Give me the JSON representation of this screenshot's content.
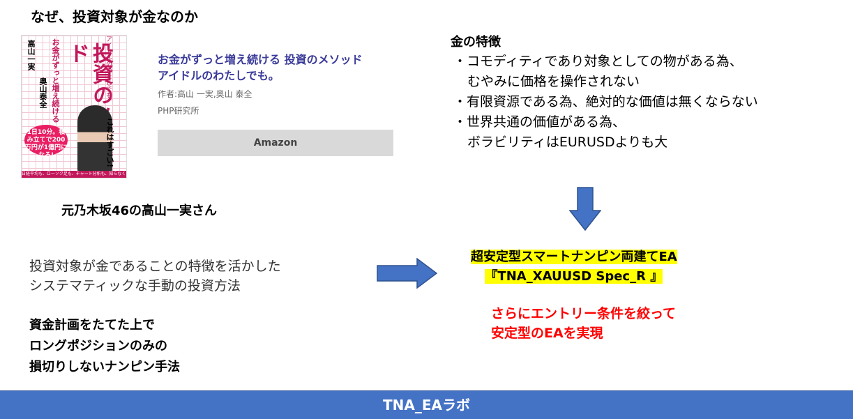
{
  "header": {
    "title": "なぜ、投資対象が金なのか"
  },
  "book": {
    "cover": {
      "authors_line1": "高山一実",
      "authors_line2": "奥山泰全",
      "tag": "お金がずっと増え続ける",
      "big_title": "投資のメソッド",
      "subtitle": "アイドルのわたしでも。",
      "bubble": "1日10分。積み立てで200万円が1億円になる!",
      "koreha": "これはすごい!",
      "strip": "日経平均も、ローソク足も、チャート分析も、知らなくて大丈夫!"
    },
    "title_line1": "お金がずっと増え続ける 投資のメソッド",
    "title_line2": "アイドルのわたしでも。",
    "author": "作者:高山 一実,奥山 泰全",
    "publisher": "PHP研究所",
    "button_label": "Amazon"
  },
  "caption": "元乃木坂46の高山一実さん",
  "method": {
    "line1": "投資対象が金であることの特徴を活かした",
    "line2": "システマティックな手動の投資方法"
  },
  "plan": {
    "line1": "資金計画をたてた上で",
    "line2": "ロングポジションのみの",
    "line3": "損切りしないナンピン手法"
  },
  "gold": {
    "title": "金の特徴",
    "feature1_line1": "・コモディティであり対象としての物がある為、",
    "feature1_line2": "むやみに価格を操作されない",
    "feature2": "・有限資源である為、絶対的な価値は無くならない",
    "feature3_line1": "・世界共通の価値がある為、",
    "feature3_line2": "ボラビリティはEURUSDよりも大"
  },
  "ea": {
    "line1": "超安定型スマートナンピン両建てEA",
    "line2": "『TNA_XAUUSD Spec_R 』"
  },
  "note": {
    "line1": "さらにエントリー条件を絞って",
    "line2": "安定型のEAを実現"
  },
  "footer": {
    "label": "TNA_EAラボ"
  },
  "colors": {
    "arrow": "#4472c4",
    "highlight": "#ffff00",
    "note": "#ff0000",
    "footer_bg": "#4472c4",
    "book_title": "#3a3a9a"
  }
}
